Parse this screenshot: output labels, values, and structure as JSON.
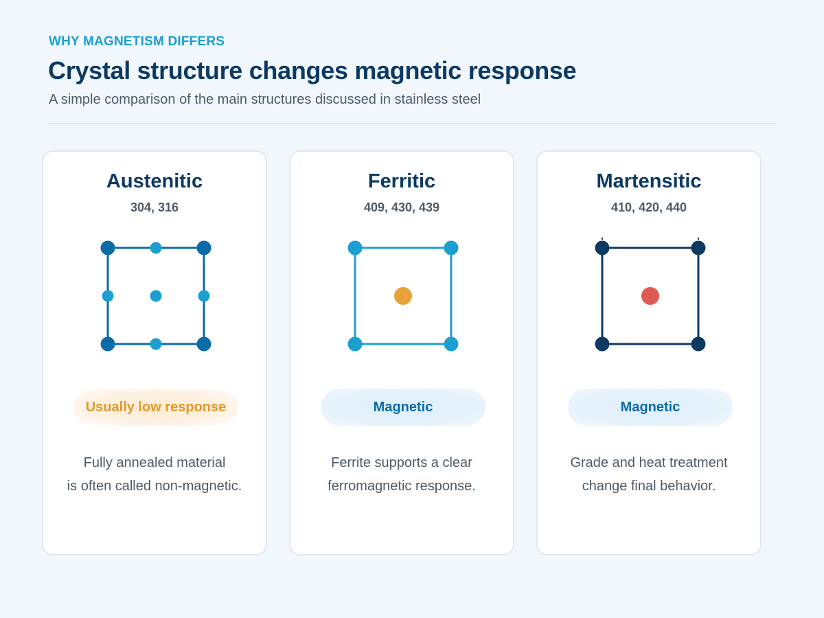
{
  "header": {
    "eyebrow": "WHY MAGNETISM DIFFERS",
    "title": "Crystal structure changes magnetic response",
    "subtitle": "A simple comparison of the main structures discussed in stainless steel"
  },
  "colors": {
    "background": "#f1f7fc",
    "title": "#0c3a63",
    "eyebrow": "#1b9fd0",
    "body_text": "#4c5a68",
    "austenitic_lattice": "#0b6ba8",
    "austenitic_atoms": "#1b9fd0",
    "ferritic_lattice": "#1b9fd0",
    "ferritic_center_atom": "#e8a23a",
    "martensitic_lattice": "#0c3a63",
    "martensitic_center_atom": "#df5a52",
    "low_response_text": "#e19a2c",
    "magnetic_text": "#0b6ba8"
  },
  "cards": [
    {
      "title": "Austenitic",
      "grades": "304, 316",
      "structure": "face-centered lattice with corner, edge and center atoms",
      "badge": "Usually low response",
      "badge_type": "low",
      "description_lines": [
        "Fully annealed material",
        "is often called non-magnetic."
      ]
    },
    {
      "title": "Ferritic",
      "grades": "409, 430, 439",
      "structure": "body-centered lattice with orange center atom",
      "badge": "Magnetic",
      "badge_type": "magnetic",
      "description_lines": [
        "Ferrite supports a clear",
        "ferromagnetic response."
      ]
    },
    {
      "title": "Martensitic",
      "grades": "410, 420, 440",
      "structure": "body-centered lattice with red center atom and top dimension bracket",
      "badge": "Magnetic",
      "badge_type": "magnetic",
      "description_lines": [
        "Grade and heat treatment",
        "change final behavior."
      ]
    }
  ]
}
